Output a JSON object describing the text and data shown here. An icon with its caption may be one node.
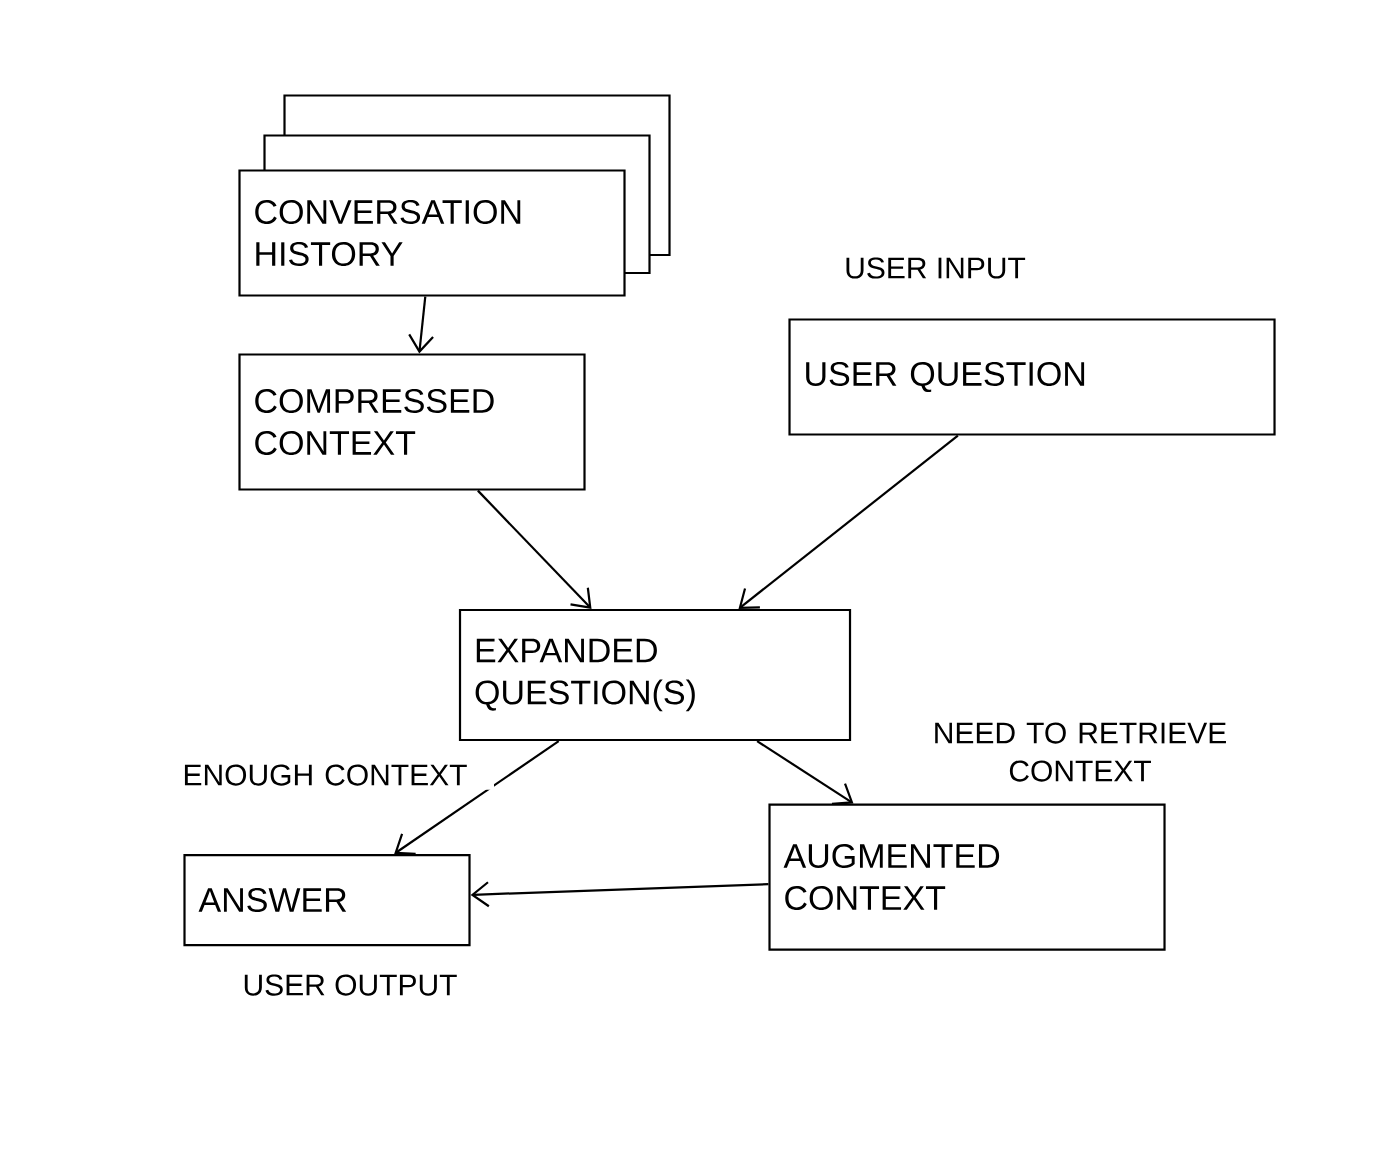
{
  "diagram": {
    "nodes": [
      {
        "text": [
          "CONVERSATION HISTORY"
        ]
      },
      {
        "text": [
          "COMPRESSED CONTEXT"
        ]
      },
      {
        "text": [
          "USER QUESTION"
        ],
        "beside": [
          "USER INPUT"
        ]
      },
      {
        "text": [
          "EXPANDED QUESTION(S)"
        ]
      },
      {
        "text": [
          "ANSWER"
        ],
        "beside": [
          "USER OUTPUT"
        ]
      },
      {
        "text": [
          "AUGMENTED CONTEXT"
        ]
      }
    ],
    "edges": [
      {
        "from": 0,
        "to": 1,
        "arrow": "to"
      },
      {
        "from": 1,
        "to": 3,
        "arrow": "to"
      },
      {
        "from": 2,
        "to": 3,
        "arrow": "to"
      },
      {
        "from": 3,
        "to": 4,
        "arrow": "to",
        "label": "ENOUGH CONTEXT"
      },
      {
        "from": 3,
        "to": 5,
        "arrow": "to",
        "label": "NEED TO RETRIEVE CONTEXT"
      },
      {
        "from": 5,
        "to": 4,
        "arrow": "to"
      }
    ]
  }
}
